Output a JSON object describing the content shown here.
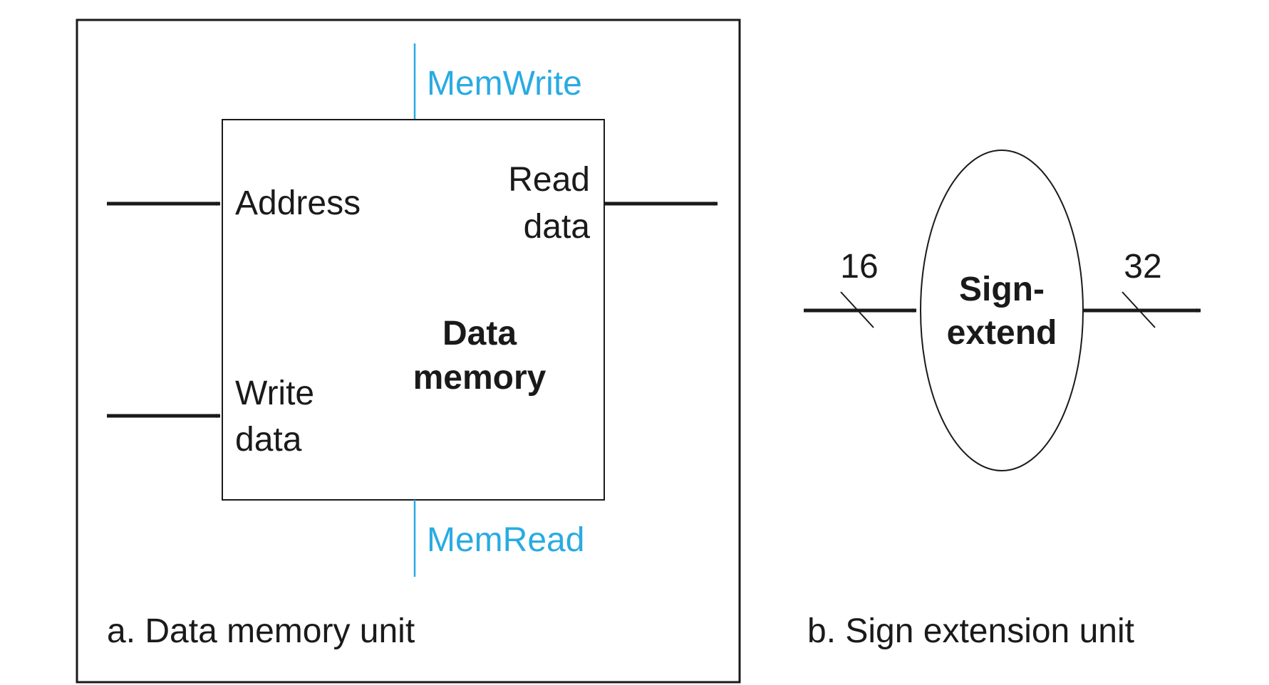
{
  "colors": {
    "line": "#1a1a1a",
    "control_signal": "#29abe2",
    "background": "#ffffff"
  },
  "data_memory": {
    "title_line1": "Data",
    "title_line2": "memory",
    "address_label": "Address",
    "write_data_line1": "Write",
    "write_data_line2": "data",
    "read_data_line1": "Read",
    "read_data_line2": "data",
    "mem_write_label": "MemWrite",
    "mem_read_label": "MemRead",
    "caption": "a. Data memory unit"
  },
  "sign_extend": {
    "label_line1": "Sign-",
    "label_line2": "extend",
    "input_width": "16",
    "output_width": "32",
    "caption": "b. Sign extension unit"
  }
}
